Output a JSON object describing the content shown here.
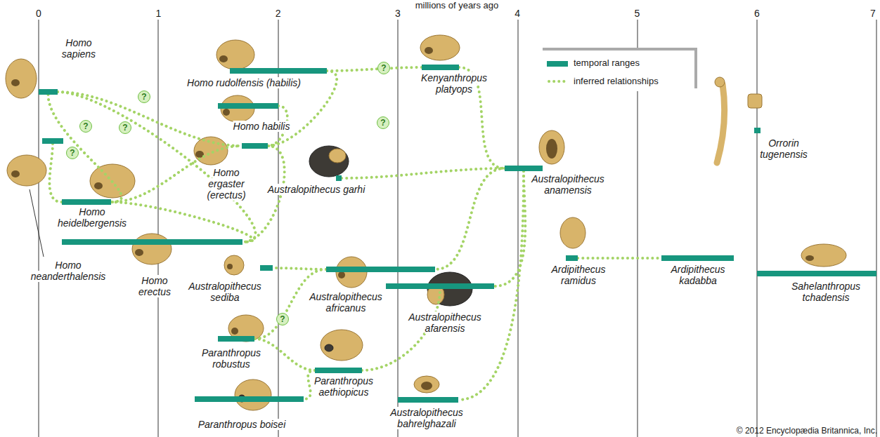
{
  "diagram": {
    "nodes": [
      {
        "text": [
          "Homo sapiens"
        ]
      },
      {
        "text": [
          "Homo rudolfensis (habilis)"
        ]
      },
      {
        "text": [
          "Kenyanthropus platyops"
        ]
      },
      {
        "text": [
          "Homo habilis"
        ]
      },
      {
        "text": [
          "Orrorin tugenensis"
        ]
      },
      {
        "text": [
          "Homo neanderthalensis"
        ]
      },
      {
        "text": [
          "Homo ergaster (erectus)"
        ]
      },
      {
        "text": [
          "Australopithecus garhi"
        ]
      },
      {
        "text": [
          "Australopithecus anamensis"
        ]
      },
      {
        "text": [
          "Homo heidelbergensis"
        ]
      },
      {
        "text": [
          "Homo erectus"
        ]
      },
      {
        "text": [
          "Australopithecus sediba"
        ]
      },
      {
        "text": [
          "Australopithecus africanus"
        ]
      },
      {
        "text": [
          "Australopithecus afarensis"
        ]
      },
      {
        "text": [
          "Ardipithecus ramidus"
        ]
      },
      {
        "text": [
          "Ardipithecus kadabba"
        ]
      },
      {
        "text": [
          "Sahelanthropus tchadensis"
        ]
      },
      {
        "text": [
          "Paranthropus robustus"
        ]
      },
      {
        "text": [
          "Paranthropus aethiopicus"
        ]
      },
      {
        "text": [
          "Paranthropus boisei"
        ]
      },
      {
        "text": [
          "Australopithecus bahrelghazali"
        ]
      }
    ],
    "edges": [
      {
        "from": 0,
        "to": 6,
        "arrow": "none"
      },
      {
        "from": 0,
        "to": 9,
        "arrow": "none"
      },
      {
        "from": 0,
        "to": 10,
        "arrow": "none"
      },
      {
        "from": 5,
        "to": 9,
        "arrow": "none"
      },
      {
        "from": 9,
        "to": 6,
        "arrow": "none"
      },
      {
        "from": 9,
        "to": 10,
        "arrow": "none"
      },
      {
        "from": 6,
        "to": 10,
        "arrow": "none"
      },
      {
        "from": 1,
        "to": 6,
        "arrow": "none"
      },
      {
        "from": 3,
        "to": 6,
        "arrow": "none"
      },
      {
        "from": 1,
        "to": 2,
        "arrow": "none"
      },
      {
        "from": 2,
        "to": 8,
        "arrow": "none"
      },
      {
        "from": 7,
        "to": 8,
        "arrow": "none"
      },
      {
        "from": 8,
        "to": 12,
        "arrow": "none"
      },
      {
        "from": 8,
        "to": 13,
        "arrow": "none"
      },
      {
        "from": 8,
        "to": 20,
        "arrow": "none"
      },
      {
        "from": 12,
        "to": 11,
        "arrow": "none"
      },
      {
        "from": 12,
        "to": 17,
        "arrow": "none"
      },
      {
        "from": 18,
        "to": 13,
        "arrow": "none"
      },
      {
        "from": 18,
        "to": 17,
        "arrow": "none"
      },
      {
        "from": 18,
        "to": 19,
        "arrow": "none"
      },
      {
        "from": 14,
        "to": 15,
        "arrow": "none"
      }
    ],
    "labels": [
      "millions of years ago",
      "0",
      "1",
      "2",
      "3",
      "4",
      "5",
      "6",
      "7",
      "?",
      "?",
      "?",
      "?",
      "?",
      "?",
      "?",
      "© 2012 Encyclopædia Britannica, Inc."
    ],
    "legend": [
      {
        "text": "temporal ranges",
        "color": "#17967e"
      },
      {
        "text": "inferred relationships"
      }
    ]
  }
}
